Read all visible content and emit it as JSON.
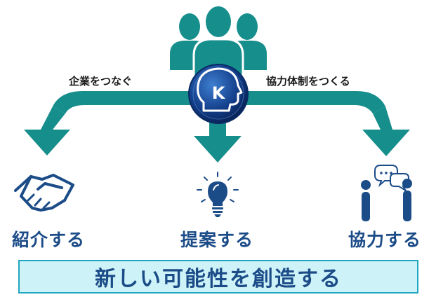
{
  "branches": {
    "left": "企業をつなぐ",
    "right": "協力体制をつくる"
  },
  "actions": {
    "introduce": "紹介する",
    "propose": "提案する",
    "cooperate": "協力する"
  },
  "banner": {
    "text": "新しい可能性を創造する"
  },
  "logo": {
    "letter": "K"
  },
  "icons": {
    "group": "group-people-icon",
    "handshake": "handshake-icon",
    "idea": "lightbulb-icon",
    "dialogue": "two-people-chat-icon"
  },
  "colors": {
    "teal": "#168e8c",
    "navy": "#1c4c88",
    "banner_fill": "#cdf3f8",
    "banner_border": "#20a6c0"
  }
}
